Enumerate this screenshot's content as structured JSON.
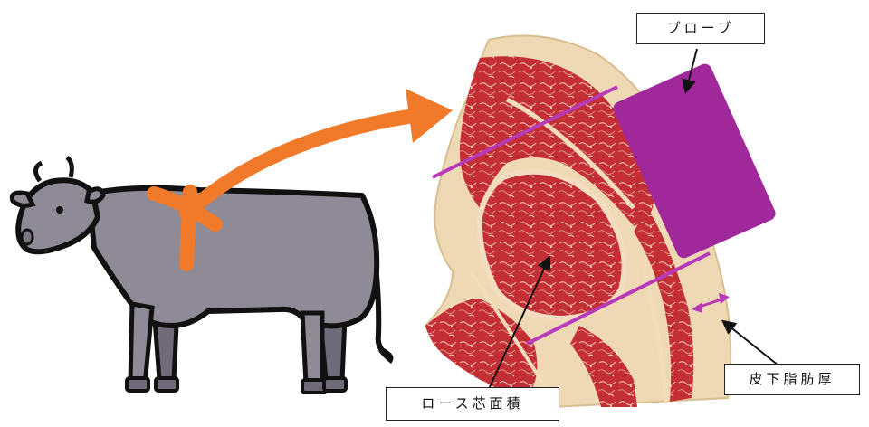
{
  "labels": {
    "probe": "プローブ",
    "subcutaneous_fat_thickness": "皮下脂肪厚",
    "ribeye_area": "ロース芯面積"
  },
  "icons": {
    "animal": "cow-icon",
    "pointer": "orange-curved-arrow"
  },
  "colors": {
    "cow_body": "#8e8a96",
    "cow_outline": "#111111",
    "arrow": "#f07a2a",
    "probe": "#a0289b",
    "probe_line": "#b83aba",
    "meat_red": "#c8333a",
    "fat": "#efd9b4"
  }
}
